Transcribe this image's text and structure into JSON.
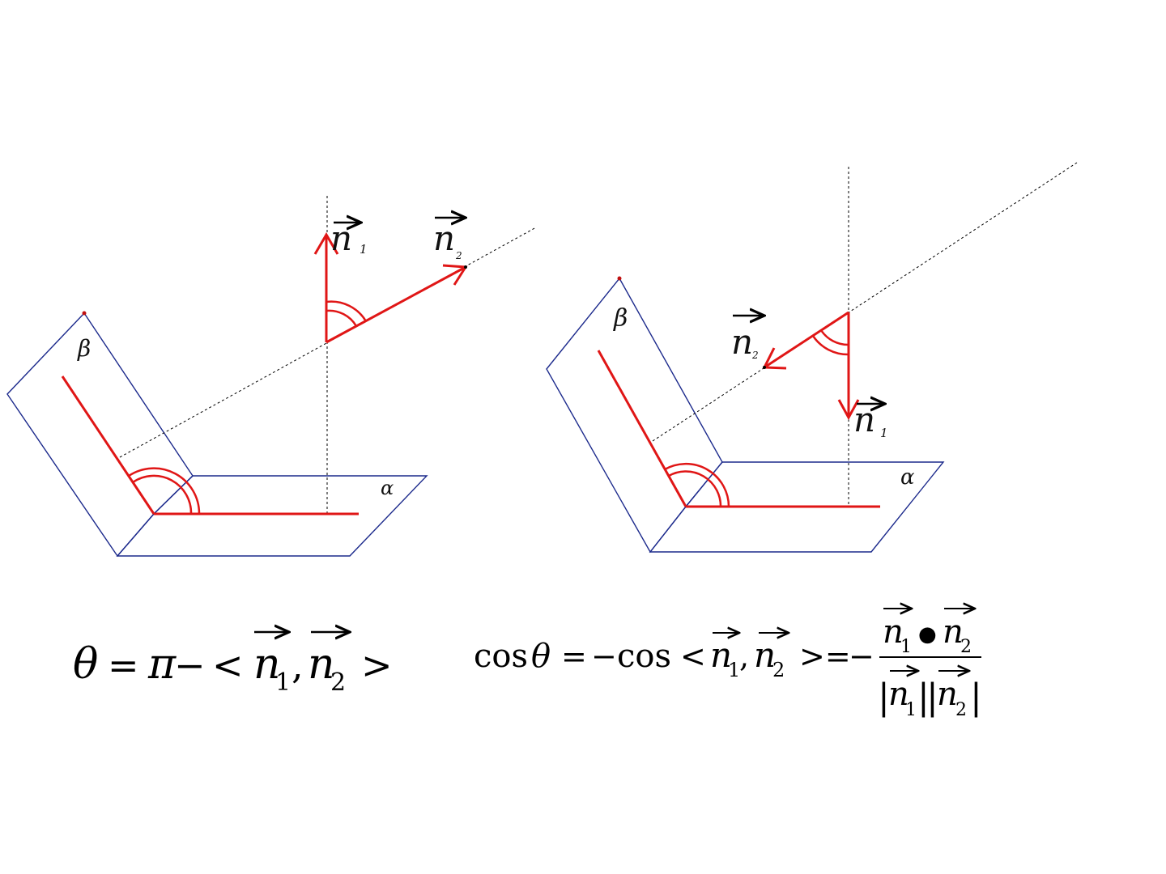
{
  "colors": {
    "plane": "#1c2a8c",
    "red": "#e01616",
    "ink": "#111111",
    "background": "#ffffff"
  },
  "left_diagram": {
    "plane_alpha_label": "α",
    "plane_beta_label": "β",
    "normal1_label": "n",
    "normal1_subscript": "1",
    "normal2_label": "n",
    "normal2_subscript": "2"
  },
  "right_diagram": {
    "plane_alpha_label": "α",
    "plane_beta_label": "β",
    "normal1_label": "n",
    "normal1_subscript": "1",
    "normal2_label": "n",
    "normal2_subscript": "2"
  },
  "formula_left": {
    "theta": "θ",
    "equals": "=",
    "pi": "π",
    "minus": "−",
    "lt": "<",
    "n": "n",
    "sub1": "1",
    "comma": ",",
    "sub2": "2",
    "gt": ">"
  },
  "formula_right": {
    "cos": "cos",
    "theta": "θ",
    "equals": "=",
    "minus": "−",
    "lt": "<",
    "n": "n",
    "sub1": "1",
    "comma": ",",
    "sub2": "2",
    "gt_eq": ">=",
    "dot": "●",
    "bar": "|"
  }
}
